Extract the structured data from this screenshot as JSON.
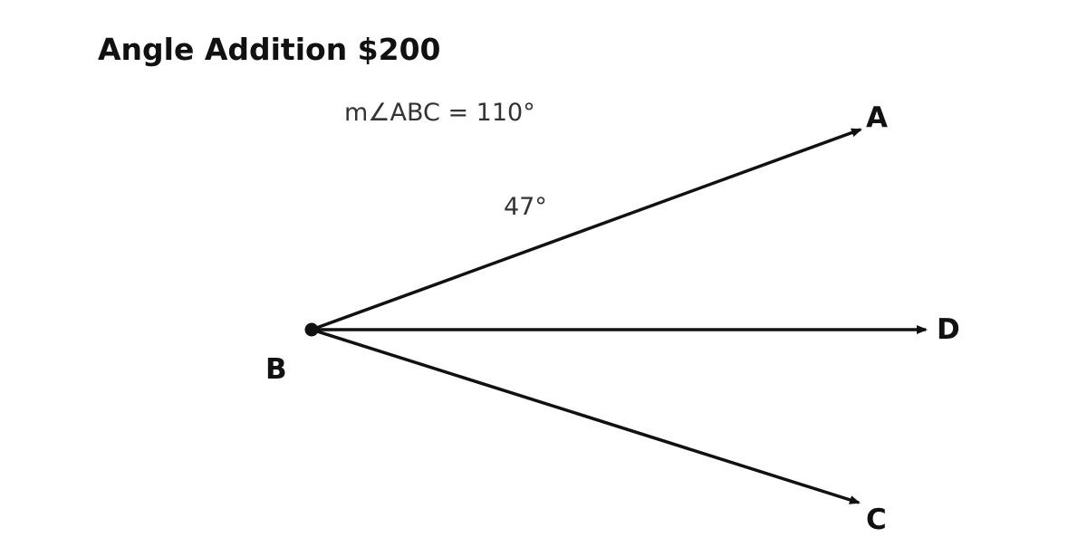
{
  "title": "Angle Addition $200",
  "given": "m∠ABC = 110°",
  "angle_label": "47°",
  "points": {
    "vertex": "B",
    "ray_upper": "A",
    "ray_middle": "D",
    "ray_lower": "C"
  },
  "colors": {
    "ink": "#111111",
    "text": "#333333",
    "background": "#ffffff"
  }
}
